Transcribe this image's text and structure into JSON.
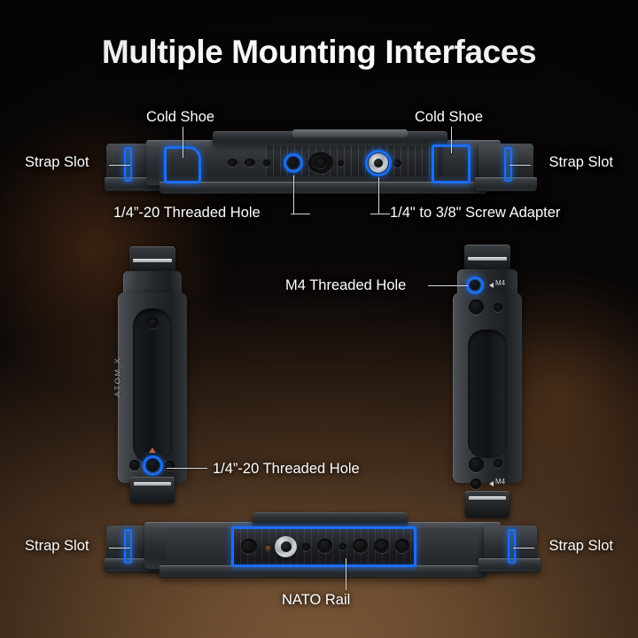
{
  "title": "Multiple Mounting Interfaces",
  "colors": {
    "accent_blue": "#1a6ef5",
    "background_top": "#070505",
    "background_bottom": "#7a5738",
    "label_text": "#ffffff",
    "metal_body": "#2c2f33",
    "marker_orange": "#c2662a"
  },
  "brand": "ATOM X",
  "sections": {
    "top": {
      "name": "top-view",
      "labels": {
        "strap_slot_left": "Strap Slot",
        "strap_slot_right": "Strap Slot",
        "cold_shoe_left": "Cold Shoe",
        "cold_shoe_right": "Cold Shoe",
        "quarter_thread": "1/4”-20 Threaded Hole",
        "screw_adapter": "1/4\" to 3/8\" Screw Adapter"
      }
    },
    "middle": {
      "name": "side-rails-view",
      "labels": {
        "m4_thread": "M4 Threaded Hole",
        "quarter_thread": "1/4”-20 Threaded Hole"
      },
      "engraving": {
        "m4_mark_upper": "M4",
        "m4_mark_lower": "M4"
      }
    },
    "bottom": {
      "name": "bottom-view",
      "labels": {
        "strap_slot_left": "Strap Slot",
        "strap_slot_right": "Strap Slot",
        "nato_rail": "NATO Rail"
      }
    }
  }
}
